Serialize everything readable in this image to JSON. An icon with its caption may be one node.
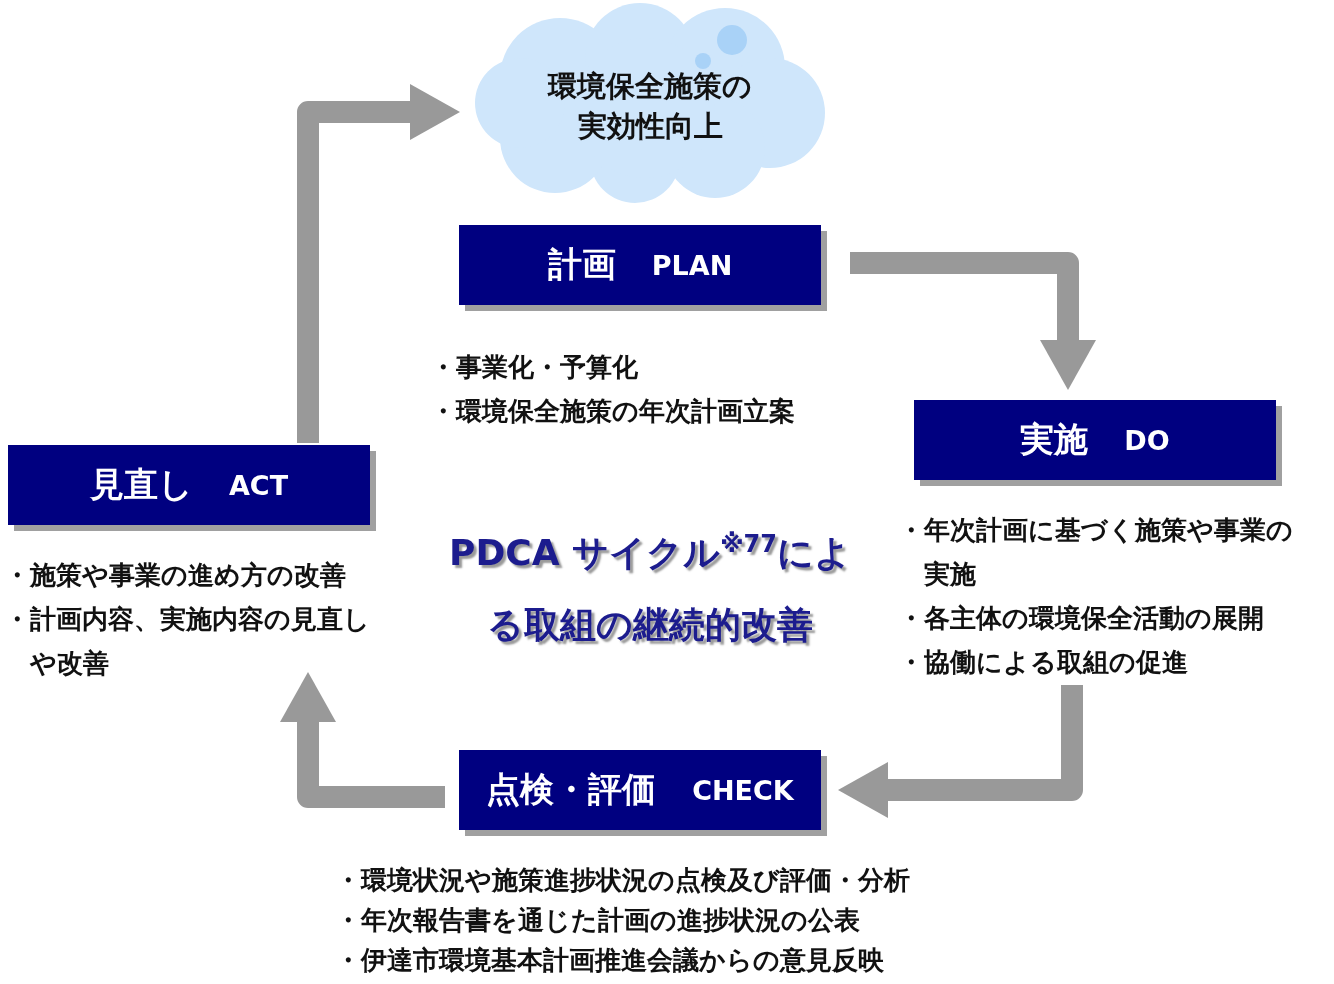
{
  "diagram": {
    "title": "PDCA サイクル$^{※77}$による取組の継続的改善",
    "nodes": [
      {
        "text": [
          "環境保全施策の実効性向上"
        ]
      },
      {
        "text": [
          "計画",
          "PLAN"
        ],
        "beside": [
          "・事業化・予算化",
          "・環境保全施策の年次計画立案"
        ]
      },
      {
        "text": [
          "実施",
          "DO"
        ],
        "beside": [
          "・年次計画に基づく施策や事業の実施",
          "・各主体の環境保全活動の展開",
          "・協働による取組の促進"
        ]
      },
      {
        "text": [
          "点検・評価",
          "CHECK"
        ],
        "beside": [
          "・環境状況や施策進捗状況の点検及び評価・分析",
          "・年次報告書を通じた計画の進捗状況の公表",
          "・伊達市環境基本計画推進会議からの意見反映"
        ]
      },
      {
        "text": [
          "見直し",
          "ACT"
        ],
        "beside": [
          "・施策や事業の進め方の改善",
          "・計画内容、実施内容の見直しや改善"
        ]
      }
    ],
    "edges": [
      {
        "from": 1,
        "to": 2,
        "arrow": "to"
      },
      {
        "from": 2,
        "to": 3,
        "arrow": "to"
      },
      {
        "from": 3,
        "to": 4,
        "arrow": "to"
      },
      {
        "from": 4,
        "to": 0,
        "arrow": "to"
      }
    ]
  }
}
